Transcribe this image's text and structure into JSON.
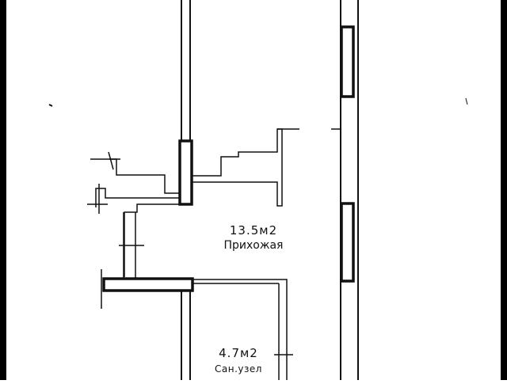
{
  "rooms": [
    {
      "id": "hallway",
      "area": "13.5м2",
      "name": "Прихожая"
    },
    {
      "id": "bathroom",
      "area": "4.7м2",
      "name": "Сан.узел"
    }
  ],
  "colors": {
    "background": "#ffffff",
    "ink": "#111111",
    "edge": "#000000"
  }
}
